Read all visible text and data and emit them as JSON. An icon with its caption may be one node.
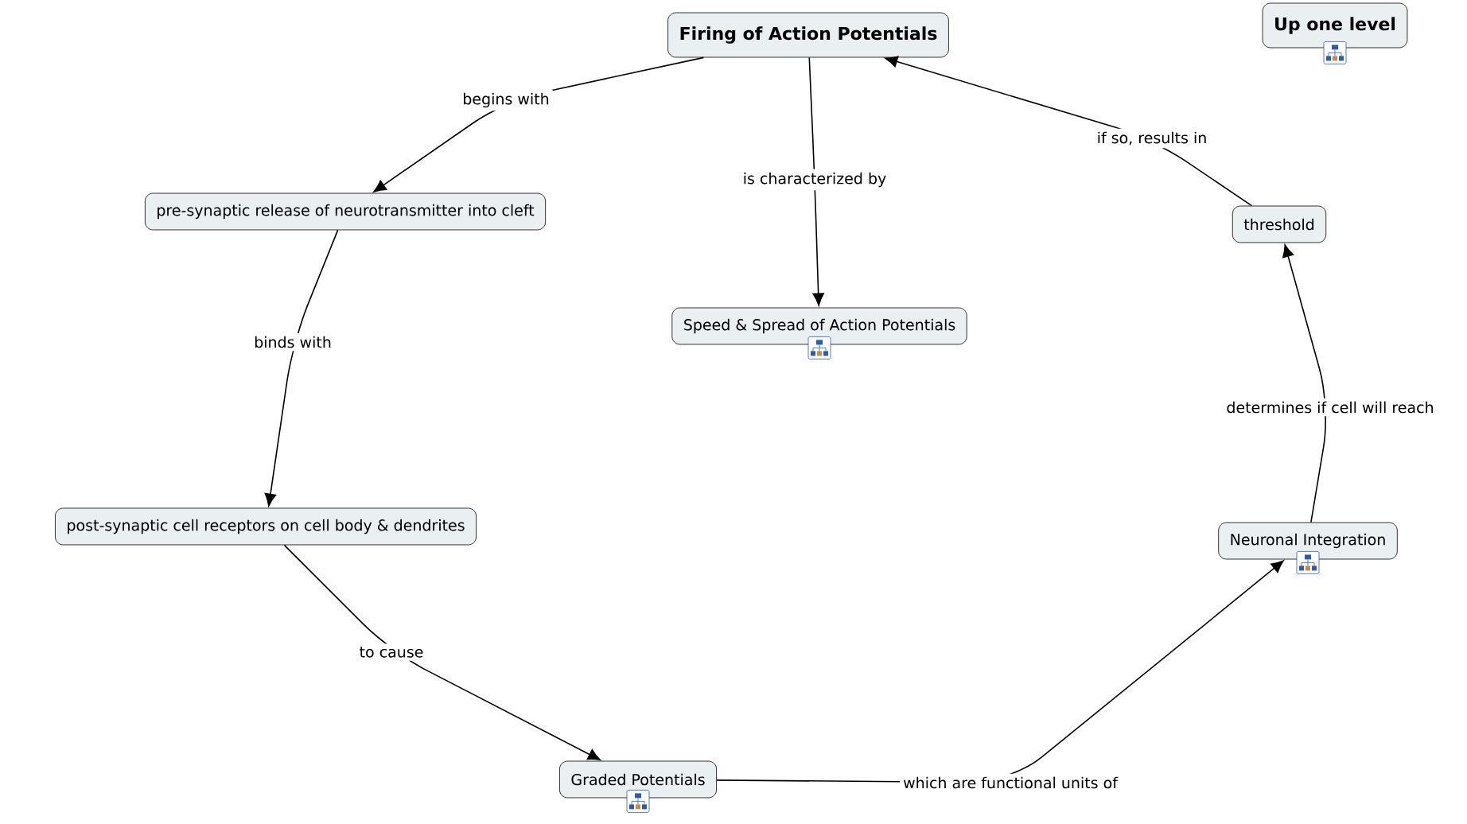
{
  "diagram": {
    "nodes": [
      {
        "text": [
          "Firing of Action Potentials"
        ]
      },
      {
        "text": [
          "Up one level"
        ]
      },
      {
        "text": [
          "pre-synaptic release of neurotransmitter into cleft"
        ]
      },
      {
        "text": [
          "Speed & Spread of Action Potentials"
        ]
      },
      {
        "text": [
          "threshold"
        ]
      },
      {
        "text": [
          "post-synaptic cell receptors on cell body & dendrites"
        ]
      },
      {
        "text": [
          "Neuronal Integration"
        ]
      },
      {
        "text": [
          "Graded Potentials"
        ]
      }
    ],
    "edges": [
      {
        "from": 0,
        "to": 2,
        "arrow": "to",
        "label": "begins with"
      },
      {
        "from": 0,
        "to": 3,
        "arrow": "to",
        "label": "is characterized by"
      },
      {
        "from": 2,
        "to": 5,
        "arrow": "to",
        "label": "binds with"
      },
      {
        "from": 5,
        "to": 7,
        "arrow": "to",
        "label": "to cause"
      },
      {
        "from": 7,
        "to": 6,
        "arrow": "to",
        "label": "which are functional units of"
      },
      {
        "from": 6,
        "to": 4,
        "arrow": "to",
        "label": "determines if cell will reach"
      },
      {
        "from": 4,
        "to": 0,
        "arrow": "to",
        "label": "if so, results in"
      }
    ]
  }
}
